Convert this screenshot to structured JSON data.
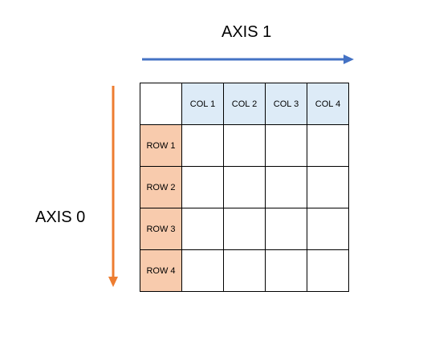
{
  "axis_1": {
    "label": "AXIS 1",
    "color": "#4472c4"
  },
  "axis_0": {
    "label": "AXIS 0",
    "color": "#ed7d31"
  },
  "table": {
    "corner": "",
    "columns": [
      "COL 1",
      "COL 2",
      "COL 3",
      "COL 4"
    ],
    "rows": [
      "ROW 1",
      "ROW 2",
      "ROW 3",
      "ROW 4"
    ],
    "column_header_color": "#ddebf7",
    "row_header_color": "#f8cbad"
  }
}
